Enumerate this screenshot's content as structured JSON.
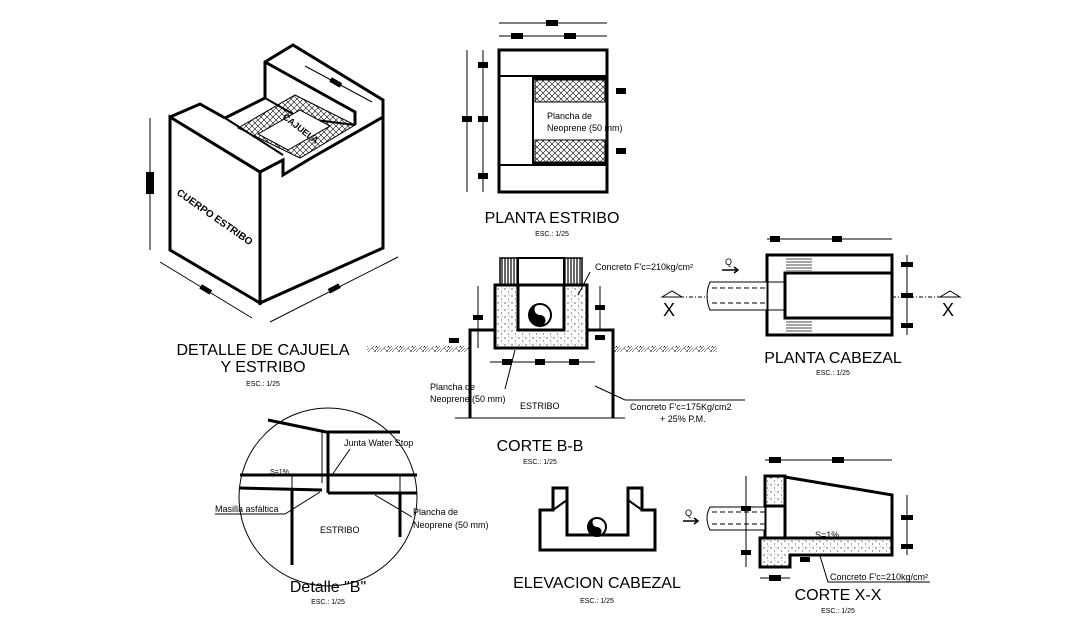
{
  "drawings": {
    "isometric": {
      "title_line1": "DETALLE DE CAJUELA",
      "title_line2": "Y ESTRIBO",
      "scale": "ESC.: 1/25",
      "label_body": "CUERPO ESTRIBO",
      "label_cajuela": "CAJUELA"
    },
    "planta_estribo": {
      "title": "PLANTA ESTRIBO",
      "scale": "ESC.: 1/25",
      "note_line1": "Plancha de",
      "note_line2": "Neoprene (50 mm)"
    },
    "corte_bb": {
      "title": "CORTE B-B",
      "scale": "ESC.: 1/25",
      "concrete_top": "Concreto F'c=210kg/cm²",
      "neoprene_line1": "Plancha de",
      "neoprene_line2": "Neoprene (50 mm)",
      "estribo": "ESTRIBO",
      "concrete_base_line1": "Concreto F'c=175Kg/cm2",
      "concrete_base_line2": "+ 25% P.M."
    },
    "planta_cabezal": {
      "title": "PLANTA CABEZAL",
      "scale": "ESC.: 1/25",
      "flow": "Q",
      "section_left": "X",
      "section_right": "X"
    },
    "detalle_b": {
      "title": "Detalle \"B\"",
      "scale": "ESC.: 1/25",
      "water_stop": "Junta Water Stop",
      "slope": "S=1%",
      "masilla": "Masilla asfáltica",
      "estribo": "ESTRIBO",
      "neoprene_line1": "Plancha de",
      "neoprene_line2": "Neoprene (50 mm)"
    },
    "elevacion_cabezal": {
      "title": "ELEVACION CABEZAL",
      "scale": "ESC.: 1/25"
    },
    "corte_xx": {
      "title": "CORTE X-X",
      "scale": "ESC.: 1/25",
      "flow": "Q",
      "slope": "S=1%",
      "concrete": "Concreto F'c=210kg/cm²"
    }
  },
  "colors": {
    "line": "#000000",
    "background": "#ffffff"
  }
}
